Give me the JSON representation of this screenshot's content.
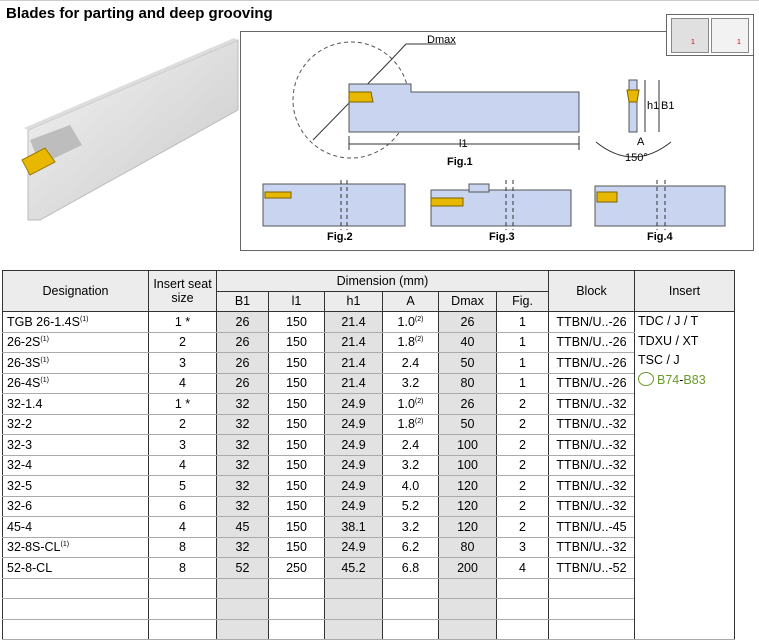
{
  "title": "Blades for parting and deep grooving",
  "diagram": {
    "dmax": "Dmax",
    "l1": "l1",
    "fig1": "Fig.1",
    "fig2": "Fig.2",
    "fig3": "Fig.3",
    "fig4": "Fig.4",
    "h1": "h1",
    "b1": "B1",
    "a": "A",
    "angle": "150°",
    "key_1": "1",
    "key_2": "1"
  },
  "table": {
    "headers": {
      "designation": "Designation",
      "insert_seat": "Insert seat size",
      "dimension": "Dimension (mm)",
      "b1": "B1",
      "l1": "l1",
      "h1": "h1",
      "a": "A",
      "dmax": "Dmax",
      "fig": "Fig.",
      "block": "Block",
      "insert": "Insert"
    },
    "prefix": "TGB",
    "rows": [
      {
        "designation": "26-1.4S",
        "sup": "(1)",
        "seat": "1 *",
        "b1": "26",
        "l1": "150",
        "h1": "21.4",
        "a": "1.0",
        "a_sup": "(2)",
        "dmax": "26",
        "fig": "1",
        "block": "TTBN/U..-26"
      },
      {
        "designation": "26-2S",
        "sup": "(1)",
        "seat": "2",
        "b1": "26",
        "l1": "150",
        "h1": "21.4",
        "a": "1.8",
        "a_sup": "(2)",
        "dmax": "40",
        "fig": "1",
        "block": "TTBN/U..-26"
      },
      {
        "designation": "26-3S",
        "sup": "(1)",
        "seat": "3",
        "b1": "26",
        "l1": "150",
        "h1": "21.4",
        "a": "2.4",
        "a_sup": "",
        "dmax": "50",
        "fig": "1",
        "block": "TTBN/U..-26"
      },
      {
        "designation": "26-4S",
        "sup": "(1)",
        "seat": "4",
        "b1": "26",
        "l1": "150",
        "h1": "21.4",
        "a": "3.2",
        "a_sup": "",
        "dmax": "80",
        "fig": "1",
        "block": "TTBN/U..-26"
      },
      {
        "designation": "32-1.4",
        "sup": "",
        "seat": "1 *",
        "b1": "32",
        "l1": "150",
        "h1": "24.9",
        "a": "1.0",
        "a_sup": "(2)",
        "dmax": "26",
        "fig": "2",
        "block": "TTBN/U..-32"
      },
      {
        "designation": "32-2",
        "sup": "",
        "seat": "2",
        "b1": "32",
        "l1": "150",
        "h1": "24.9",
        "a": "1.8",
        "a_sup": "(2)",
        "dmax": "50",
        "fig": "2",
        "block": "TTBN/U..-32"
      },
      {
        "designation": "32-3",
        "sup": "",
        "seat": "3",
        "b1": "32",
        "l1": "150",
        "h1": "24.9",
        "a": "2.4",
        "a_sup": "",
        "dmax": "100",
        "fig": "2",
        "block": "TTBN/U..-32"
      },
      {
        "designation": "32-4",
        "sup": "",
        "seat": "4",
        "b1": "32",
        "l1": "150",
        "h1": "24.9",
        "a": "3.2",
        "a_sup": "",
        "dmax": "100",
        "fig": "2",
        "block": "TTBN/U..-32"
      },
      {
        "designation": "32-5",
        "sup": "",
        "seat": "5",
        "b1": "32",
        "l1": "150",
        "h1": "24.9",
        "a": "4.0",
        "a_sup": "",
        "dmax": "120",
        "fig": "2",
        "block": "TTBN/U..-32"
      },
      {
        "designation": "32-6",
        "sup": "",
        "seat": "6",
        "b1": "32",
        "l1": "150",
        "h1": "24.9",
        "a": "5.2",
        "a_sup": "",
        "dmax": "120",
        "fig": "2",
        "block": "TTBN/U..-32"
      },
      {
        "designation": "45-4",
        "sup": "",
        "seat": "4",
        "b1": "45",
        "l1": "150",
        "h1": "38.1",
        "a": "3.2",
        "a_sup": "",
        "dmax": "120",
        "fig": "2",
        "block": "TTBN/U..-45"
      },
      {
        "designation": "32-8S-CL",
        "sup": "(1)",
        "seat": "8",
        "b1": "32",
        "l1": "150",
        "h1": "24.9",
        "a": "6.2",
        "a_sup": "",
        "dmax": "80",
        "fig": "3",
        "block": "TTBN/U..-32"
      },
      {
        "designation": "52-8-CL",
        "sup": "",
        "seat": "8",
        "b1": "52",
        "l1": "250",
        "h1": "45.2",
        "a": "6.8",
        "a_sup": "",
        "dmax": "200",
        "fig": "4",
        "block": "TTBN/U..-52"
      }
    ],
    "inserts": [
      "TDC / J / T",
      "TDXU / XT",
      "TSC / J"
    ],
    "ref_start": "B74",
    "ref_sep": "-",
    "ref_end": "B83"
  },
  "colors": {
    "insert_yellow": "#e8b800",
    "blade_blue": "#c9d4f0",
    "header_gray": "#ececec"
  }
}
